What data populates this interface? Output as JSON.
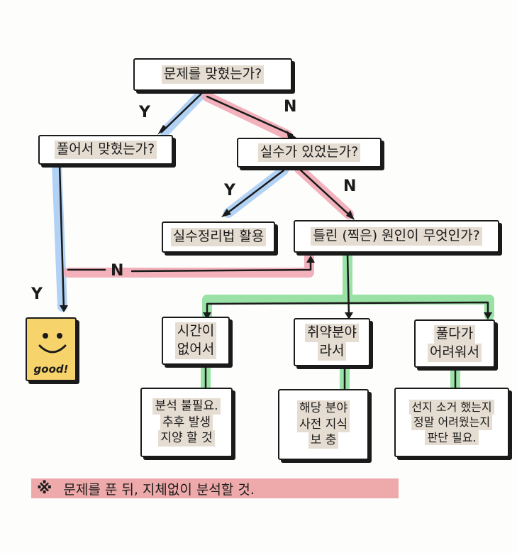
{
  "colors": {
    "yes_path": "#a9cdf3",
    "no_path": "#f1a9b4",
    "cause_path": "#8fdf9c",
    "note_highlight": "#eeaaaa",
    "good_card": "#f7d36b"
  },
  "nodes": {
    "q_correct": "문제를  맞혔는가?",
    "q_solved_correct": "풀어서 맞혔는가?",
    "q_mistake": "실수가  있었는가?",
    "mistake_note": "실수정리법 활용",
    "q_cause": "틀린 (찍은) 원인이 무엇인가?",
    "c_time": [
      "시간이",
      "없어서"
    ],
    "c_weak": [
      "취약분야",
      "라서"
    ],
    "c_hard": [
      "풀다가",
      "어려워서"
    ],
    "a_time": [
      "분석 불필요.",
      "추후 발생",
      "지양 할 것"
    ],
    "a_weak": [
      "해당 분야",
      "사전 지식",
      "보 충"
    ],
    "a_hard": [
      "선지 소거 했는지",
      "정말 어려웠는지",
      "판단 필요."
    ]
  },
  "edge_labels": {
    "yes": "Y",
    "no": "N"
  },
  "good_card": {
    "face_icon": "smiley-face-icon",
    "text": "good!"
  },
  "note": {
    "mark": "※",
    "text": "문제를  푼 뒤,  지체없이  분석할 것."
  }
}
